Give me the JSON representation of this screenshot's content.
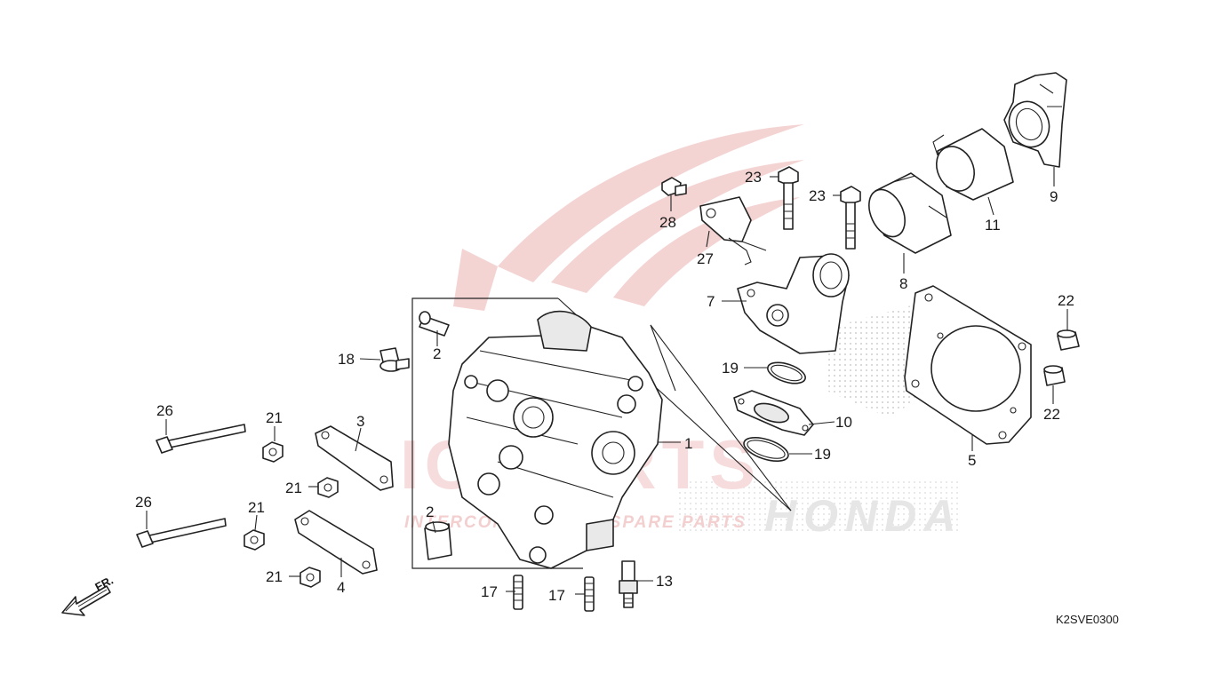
{
  "diagram": {
    "code": "K2SVE0300",
    "direction_label": "FR.",
    "watermark": {
      "main": "IC PARTS",
      "sub": "INTERCONTINENTAL SPARE PARTS",
      "brand": "HONDA"
    },
    "callouts": [
      {
        "id": "c1",
        "text": "1"
      },
      {
        "id": "c2a",
        "text": "2"
      },
      {
        "id": "c2b",
        "text": "2"
      },
      {
        "id": "c3",
        "text": "3"
      },
      {
        "id": "c4",
        "text": "4"
      },
      {
        "id": "c5",
        "text": "5"
      },
      {
        "id": "c7",
        "text": "7"
      },
      {
        "id": "c8",
        "text": "8"
      },
      {
        "id": "c9",
        "text": "9"
      },
      {
        "id": "c10",
        "text": "10"
      },
      {
        "id": "c11",
        "text": "11"
      },
      {
        "id": "c13",
        "text": "13"
      },
      {
        "id": "c17a",
        "text": "17"
      },
      {
        "id": "c17b",
        "text": "17"
      },
      {
        "id": "c18",
        "text": "18"
      },
      {
        "id": "c19a",
        "text": "19"
      },
      {
        "id": "c19b",
        "text": "19"
      },
      {
        "id": "c21a",
        "text": "21"
      },
      {
        "id": "c21b",
        "text": "21"
      },
      {
        "id": "c21c",
        "text": "21"
      },
      {
        "id": "c21d",
        "text": "21"
      },
      {
        "id": "c22a",
        "text": "22"
      },
      {
        "id": "c22b",
        "text": "22"
      },
      {
        "id": "c23a",
        "text": "23"
      },
      {
        "id": "c23b",
        "text": "23"
      },
      {
        "id": "c26a",
        "text": "26"
      },
      {
        "id": "c26b",
        "text": "26"
      },
      {
        "id": "c27",
        "text": "27"
      },
      {
        "id": "c28",
        "text": "28"
      }
    ]
  }
}
